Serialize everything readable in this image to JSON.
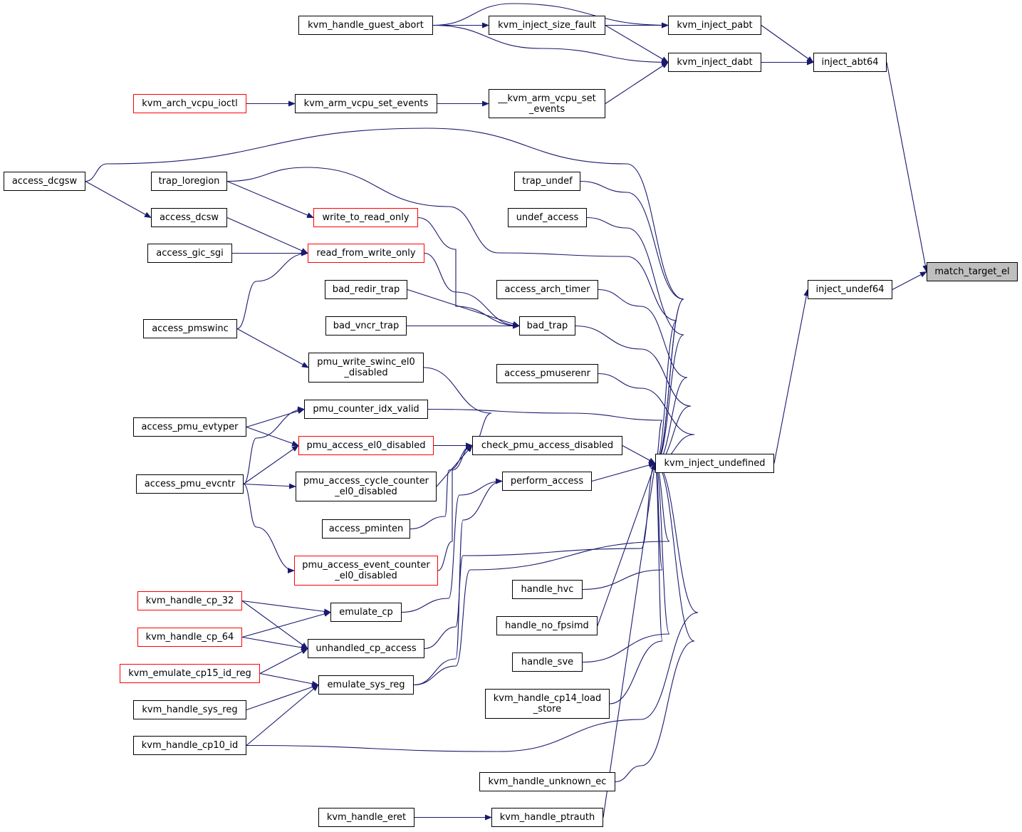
{
  "colors": {
    "edge": "#191970",
    "node_border": "#000000",
    "truncated_border": "#ff0000",
    "selected_fill": "#bfbfbf"
  },
  "nodes": [
    {
      "id": "match_target_el",
      "label": "match_target_el",
      "style": "selected"
    },
    {
      "id": "inject_abt64",
      "label": "inject_abt64",
      "style": "normal"
    },
    {
      "id": "inject_undef64",
      "label": "inject_undef64",
      "style": "normal"
    },
    {
      "id": "kvm_inject_pabt",
      "label": "kvm_inject_pabt",
      "style": "normal"
    },
    {
      "id": "kvm_inject_dabt",
      "label": "kvm_inject_dabt",
      "style": "normal"
    },
    {
      "id": "kvm_handle_guest_abort",
      "label": "kvm_handle_guest_abort",
      "style": "normal"
    },
    {
      "id": "kvm_inject_size_fault",
      "label": "kvm_inject_size_fault",
      "style": "normal"
    },
    {
      "id": "__kvm_arm_vcpu_set_events",
      "label": "__kvm_arm_vcpu_set\n_events",
      "style": "normal"
    },
    {
      "id": "kvm_arm_vcpu_set_events",
      "label": "kvm_arm_vcpu_set_events",
      "style": "normal"
    },
    {
      "id": "kvm_arch_vcpu_ioctl",
      "label": "kvm_arch_vcpu_ioctl",
      "style": "truncated"
    },
    {
      "id": "kvm_inject_undefined",
      "label": "kvm_inject_undefined",
      "style": "normal"
    },
    {
      "id": "access_dcgsw",
      "label": "access_dcgsw",
      "style": "normal"
    },
    {
      "id": "trap_loregion",
      "label": "trap_loregion",
      "style": "normal"
    },
    {
      "id": "access_dcsw",
      "label": "access_dcsw",
      "style": "normal"
    },
    {
      "id": "access_gic_sgi",
      "label": "access_gic_sgi",
      "style": "normal"
    },
    {
      "id": "access_pmswinc",
      "label": "access_pmswinc",
      "style": "normal"
    },
    {
      "id": "write_to_read_only",
      "label": "write_to_read_only",
      "style": "truncated"
    },
    {
      "id": "read_from_write_only",
      "label": "read_from_write_only",
      "style": "truncated"
    },
    {
      "id": "bad_redir_trap",
      "label": "bad_redir_trap",
      "style": "normal"
    },
    {
      "id": "bad_vncr_trap",
      "label": "bad_vncr_trap",
      "style": "normal"
    },
    {
      "id": "pmu_write_swinc_el0_disabled",
      "label": "pmu_write_swinc_el0\n_disabled",
      "style": "normal"
    },
    {
      "id": "trap_undef",
      "label": "trap_undef",
      "style": "normal"
    },
    {
      "id": "undef_access",
      "label": "undef_access",
      "style": "normal"
    },
    {
      "id": "access_arch_timer",
      "label": "access_arch_timer",
      "style": "normal"
    },
    {
      "id": "bad_trap",
      "label": "bad_trap",
      "style": "normal"
    },
    {
      "id": "access_pmuserenr",
      "label": "access_pmuserenr",
      "style": "normal"
    },
    {
      "id": "check_pmu_access_disabled",
      "label": "check_pmu_access_disabled",
      "style": "normal"
    },
    {
      "id": "perform_access",
      "label": "perform_access",
      "style": "normal"
    },
    {
      "id": "access_pmu_evtyper",
      "label": "access_pmu_evtyper",
      "style": "normal"
    },
    {
      "id": "access_pmu_evcntr",
      "label": "access_pmu_evcntr",
      "style": "normal"
    },
    {
      "id": "pmu_counter_idx_valid",
      "label": "pmu_counter_idx_valid",
      "style": "normal"
    },
    {
      "id": "pmu_access_el0_disabled",
      "label": "pmu_access_el0_disabled",
      "style": "truncated"
    },
    {
      "id": "pmu_access_cycle_counter_el0_disabled",
      "label": "pmu_access_cycle_counter\n_el0_disabled",
      "style": "normal"
    },
    {
      "id": "access_pminten",
      "label": "access_pminten",
      "style": "normal"
    },
    {
      "id": "pmu_access_event_counter_el0_disabled",
      "label": "pmu_access_event_counter\n_el0_disabled",
      "style": "truncated"
    },
    {
      "id": "kvm_handle_cp_32",
      "label": "kvm_handle_cp_32",
      "style": "truncated"
    },
    {
      "id": "kvm_handle_cp_64",
      "label": "kvm_handle_cp_64",
      "style": "truncated"
    },
    {
      "id": "kvm_emulate_cp15_id_reg",
      "label": "kvm_emulate_cp15_id_reg",
      "style": "truncated"
    },
    {
      "id": "kvm_handle_sys_reg",
      "label": "kvm_handle_sys_reg",
      "style": "normal"
    },
    {
      "id": "kvm_handle_cp10_id",
      "label": "kvm_handle_cp10_id",
      "style": "normal"
    },
    {
      "id": "emulate_cp",
      "label": "emulate_cp",
      "style": "normal"
    },
    {
      "id": "unhandled_cp_access",
      "label": "unhandled_cp_access",
      "style": "normal"
    },
    {
      "id": "emulate_sys_reg",
      "label": "emulate_sys_reg",
      "style": "normal"
    },
    {
      "id": "handle_hvc",
      "label": "handle_hvc",
      "style": "normal"
    },
    {
      "id": "handle_no_fpsimd",
      "label": "handle_no_fpsimd",
      "style": "normal"
    },
    {
      "id": "handle_sve",
      "label": "handle_sve",
      "style": "normal"
    },
    {
      "id": "kvm_handle_cp14_load_store",
      "label": "kvm_handle_cp14_load\n_store",
      "style": "normal"
    },
    {
      "id": "kvm_handle_unknown_ec",
      "label": "kvm_handle_unknown_ec",
      "style": "normal"
    },
    {
      "id": "kvm_handle_eret",
      "label": "kvm_handle_eret",
      "style": "normal"
    },
    {
      "id": "kvm_handle_ptrauth",
      "label": "kvm_handle_ptrauth",
      "style": "normal"
    }
  ],
  "edges": [
    [
      "inject_abt64",
      "match_target_el"
    ],
    [
      "inject_undef64",
      "match_target_el"
    ],
    [
      "kvm_inject_pabt",
      "inject_abt64"
    ],
    [
      "kvm_inject_dabt",
      "inject_abt64"
    ],
    [
      "kvm_handle_guest_abort",
      "kvm_inject_pabt"
    ],
    [
      "kvm_handle_guest_abort",
      "kvm_inject_size_fault"
    ],
    [
      "kvm_handle_guest_abort",
      "kvm_inject_dabt"
    ],
    [
      "kvm_inject_size_fault",
      "kvm_inject_pabt"
    ],
    [
      "kvm_inject_size_fault",
      "kvm_inject_dabt"
    ],
    [
      "__kvm_arm_vcpu_set_events",
      "kvm_inject_dabt"
    ],
    [
      "kvm_arm_vcpu_set_events",
      "__kvm_arm_vcpu_set_events"
    ],
    [
      "kvm_arch_vcpu_ioctl",
      "kvm_arm_vcpu_set_events"
    ],
    [
      "kvm_inject_undefined",
      "inject_undef64"
    ],
    [
      "access_dcgsw",
      "kvm_inject_undefined"
    ],
    [
      "access_dcgsw",
      "access_dcsw"
    ],
    [
      "trap_loregion",
      "kvm_inject_undefined"
    ],
    [
      "trap_loregion",
      "write_to_read_only"
    ],
    [
      "access_dcsw",
      "read_from_write_only"
    ],
    [
      "access_gic_sgi",
      "read_from_write_only"
    ],
    [
      "access_pmswinc",
      "read_from_write_only"
    ],
    [
      "access_pmswinc",
      "pmu_write_swinc_el0_disabled"
    ],
    [
      "write_to_read_only",
      "bad_trap"
    ],
    [
      "read_from_write_only",
      "bad_trap"
    ],
    [
      "bad_redir_trap",
      "bad_trap"
    ],
    [
      "bad_vncr_trap",
      "bad_trap"
    ],
    [
      "trap_undef",
      "kvm_inject_undefined"
    ],
    [
      "undef_access",
      "kvm_inject_undefined"
    ],
    [
      "access_arch_timer",
      "kvm_inject_undefined"
    ],
    [
      "bad_trap",
      "kvm_inject_undefined"
    ],
    [
      "access_pmuserenr",
      "kvm_inject_undefined"
    ],
    [
      "pmu_write_swinc_el0_disabled",
      "check_pmu_access_disabled"
    ],
    [
      "pmu_counter_idx_valid",
      "kvm_inject_undefined"
    ],
    [
      "pmu_access_el0_disabled",
      "check_pmu_access_disabled"
    ],
    [
      "pmu_access_cycle_counter_el0_disabled",
      "check_pmu_access_disabled"
    ],
    [
      "access_pminten",
      "check_pmu_access_disabled"
    ],
    [
      "pmu_access_event_counter_el0_disabled",
      "check_pmu_access_disabled"
    ],
    [
      "check_pmu_access_disabled",
      "kvm_inject_undefined"
    ],
    [
      "perform_access",
      "kvm_inject_undefined"
    ],
    [
      "access_pmu_evtyper",
      "pmu_counter_idx_valid"
    ],
    [
      "access_pmu_evtyper",
      "pmu_access_el0_disabled"
    ],
    [
      "access_pmu_evcntr",
      "pmu_counter_idx_valid"
    ],
    [
      "access_pmu_evcntr",
      "pmu_access_el0_disabled"
    ],
    [
      "access_pmu_evcntr",
      "pmu_access_cycle_counter_el0_disabled"
    ],
    [
      "access_pmu_evcntr",
      "pmu_access_event_counter_el0_disabled"
    ],
    [
      "kvm_handle_cp_32",
      "emulate_cp"
    ],
    [
      "kvm_handle_cp_32",
      "unhandled_cp_access"
    ],
    [
      "kvm_handle_cp_64",
      "emulate_cp"
    ],
    [
      "kvm_handle_cp_64",
      "unhandled_cp_access"
    ],
    [
      "kvm_emulate_cp15_id_reg",
      "unhandled_cp_access"
    ],
    [
      "kvm_emulate_cp15_id_reg",
      "emulate_sys_reg"
    ],
    [
      "kvm_handle_sys_reg",
      "emulate_sys_reg"
    ],
    [
      "kvm_handle_cp10_id",
      "emulate_sys_reg"
    ],
    [
      "kvm_handle_cp10_id",
      "kvm_inject_undefined"
    ],
    [
      "emulate_cp",
      "perform_access"
    ],
    [
      "emulate_sys_reg",
      "perform_access"
    ],
    [
      "unhandled_cp_access",
      "kvm_inject_undefined"
    ],
    [
      "emulate_sys_reg",
      "kvm_inject_undefined"
    ],
    [
      "handle_hvc",
      "kvm_inject_undefined"
    ],
    [
      "handle_no_fpsimd",
      "kvm_inject_undefined"
    ],
    [
      "handle_sve",
      "kvm_inject_undefined"
    ],
    [
      "kvm_handle_cp14_load_store",
      "kvm_inject_undefined"
    ],
    [
      "kvm_handle_unknown_ec",
      "kvm_inject_undefined"
    ],
    [
      "kvm_handle_ptrauth",
      "kvm_inject_undefined"
    ],
    [
      "kvm_handle_eret",
      "kvm_handle_ptrauth"
    ]
  ]
}
